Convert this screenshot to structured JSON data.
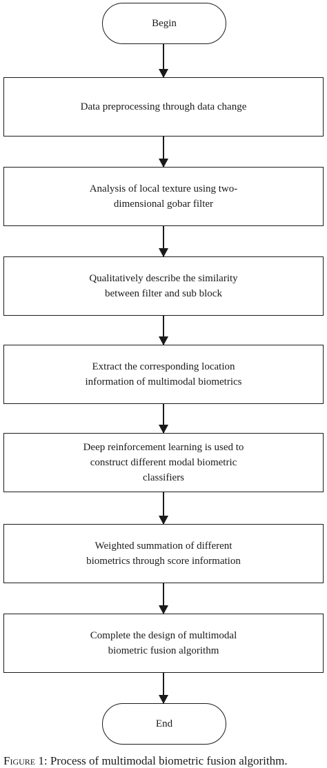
{
  "flowchart": {
    "start": "Begin",
    "steps": [
      [
        "Data preprocessing through data change"
      ],
      [
        "Analysis of local texture using two-",
        "dimensional gobar filter"
      ],
      [
        "Qualitatively describe the similarity",
        "between filter and sub block"
      ],
      [
        "Extract the corresponding location",
        "information of multimodal biometrics"
      ],
      [
        "Deep reinforcement learning is used to",
        "construct different modal biometric",
        "classifiers"
      ],
      [
        "Weighted summation of different",
        "biometrics through score information"
      ],
      [
        "Complete the design of multimodal",
        "biometric fusion algorithm"
      ]
    ],
    "end": "End"
  },
  "caption": {
    "label": "Figure 1:",
    "text": "Process of multimodal biometric fusion algorithm."
  }
}
